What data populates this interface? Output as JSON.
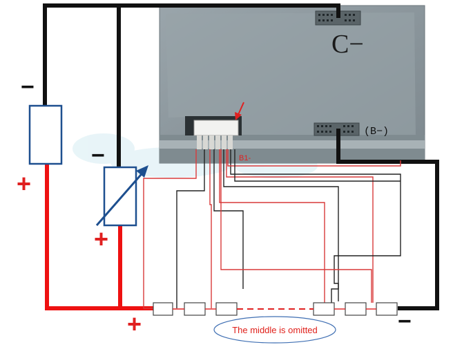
{
  "labels": {
    "board_c_minus": "C−",
    "board_b_minus": "(B−)",
    "connector_b1_minus": "B1-",
    "left_load_minus": "−",
    "left_load_plus": "+",
    "variable_load_minus": "−",
    "variable_load_plus": "+",
    "battery_string_plus": "+",
    "battery_string_minus": "−",
    "omitted_note": "The middle is omitted"
  },
  "colors": {
    "power_negative": "#111111",
    "power_positive": "#ee1111",
    "sense_red": "#d93a3a",
    "sense_black": "#222222",
    "board_metal": "#8f9aa0",
    "note_text": "#e0201a",
    "note_ellipse": "#3f6fb3",
    "watermark": "#cfe6f0"
  },
  "battery_cells": {
    "visible_count": 6,
    "omitted_segment": true
  }
}
